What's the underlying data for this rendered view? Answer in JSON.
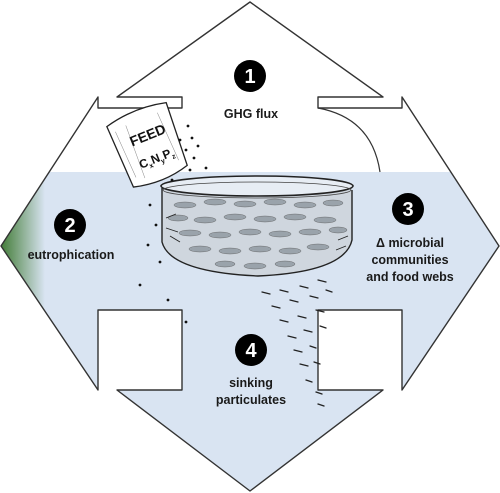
{
  "numbers": {
    "n1": "1",
    "n2": "2",
    "n3": "3",
    "n4": "4"
  },
  "labels": {
    "ghg": "GHG flux",
    "eutro": "eutrophication",
    "microbial_l1": "Δ microbial",
    "microbial_l2": "communities",
    "microbial_l3": "and food webs",
    "sinking_l1": "sinking",
    "sinking_l2": "particulates"
  },
  "feed_bag": {
    "word": "FEED",
    "formula_c": "C",
    "formula_n": "N",
    "formula_p": "P",
    "sub_x": "x",
    "sub_y": "y",
    "sub_z": "z"
  },
  "colors": {
    "water": "#d9e4f2",
    "eutrophication_green": "#3f7a33",
    "outline": "#333333",
    "badge": "#000000",
    "fish": "#9aa3ab"
  }
}
